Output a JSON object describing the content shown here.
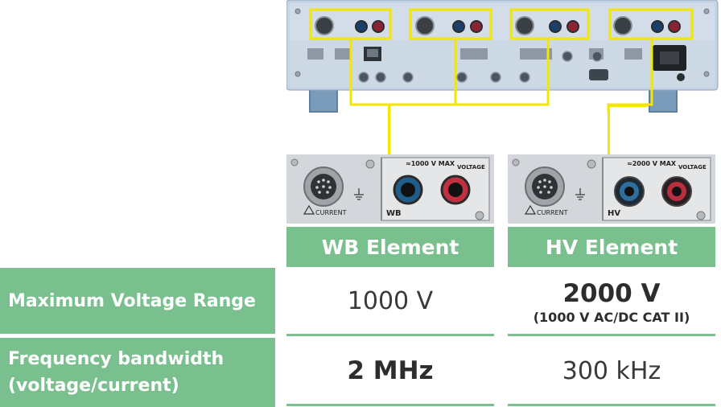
{
  "header": {
    "wb_label": "WB Element",
    "hv_label": "HV Element"
  },
  "closeups": {
    "wb": {
      "rating": "≈1000 V MAX",
      "terminal_label": "VOLTAGE",
      "current_label": "CURRENT",
      "badge": "WB"
    },
    "hv": {
      "rating": "≈2000 V MAX",
      "terminal_label": "VOLTAGE",
      "current_label": "CURRENT",
      "badge": "HV"
    }
  },
  "rows": [
    {
      "label": "Maximum Voltage Range",
      "wb": {
        "value": "1000 V",
        "note": ""
      },
      "hv": {
        "value": "2000 V",
        "note": "(1000 V AC/DC CAT II)"
      }
    },
    {
      "label_line1": "Frequency bandwidth",
      "label_line2": "(voltage/current)",
      "wb": {
        "value": "2 MHz"
      },
      "hv": {
        "value": "300 kHz"
      }
    }
  ],
  "colors": {
    "accent_green": "#79c08e",
    "highlight_yellow": "#f3e600",
    "panel_blue": "#b9c9dc",
    "text_dark": "#2d2d2d"
  }
}
